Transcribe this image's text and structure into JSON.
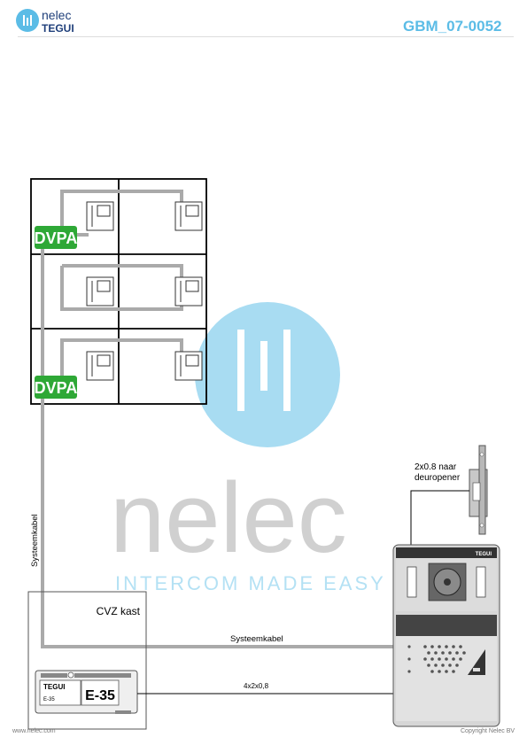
{
  "header": {
    "logo_name": "nelec",
    "logo_brand": "TEGUI",
    "document_id": "GBM_07-0052"
  },
  "watermark": {
    "word": "nelec",
    "tagline": "INTERCOM MADE EASY"
  },
  "diagram": {
    "dvpa_label_1": "DVPA",
    "dvpa_label_2": "DVPA",
    "cabinet_label": "CVZ kast",
    "vertical_cable_label": "Systeemkabel",
    "horizontal_cable_label": "Systeemkabel",
    "power_cable_label": "4x2x0,8",
    "lock_cable_label_1": "2x0.8 naar",
    "lock_cable_label_2": "deuropener",
    "psu_brand": "TEGUI",
    "psu_small_model": "E-35",
    "psu_model": "E-35",
    "panel_brand": "TEGUI"
  },
  "footer": {
    "website": "www.nelec.com",
    "copyright": "Copyright Nelec BV"
  },
  "colors": {
    "accent_blue": "#5bbce6",
    "dvpa_green": "#2ea836",
    "cable_gray": "#aaaaaa"
  }
}
